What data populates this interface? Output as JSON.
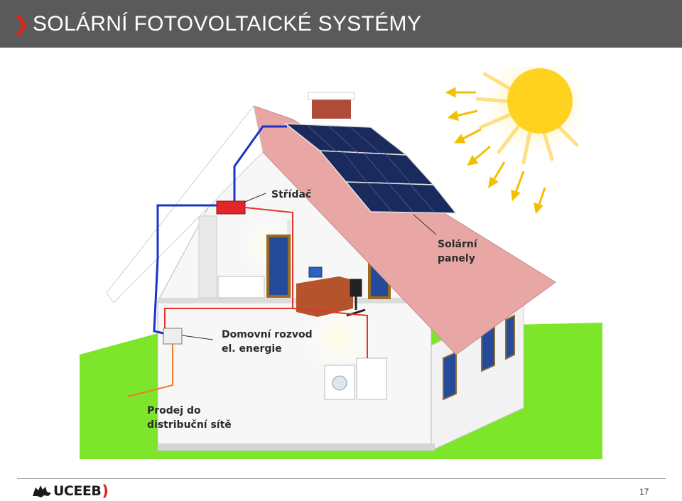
{
  "header": {
    "title": "SOLÁRNÍ FOTOVOLTAICKÉ SYSTÉMY",
    "accent_color": "#e2231a",
    "bar_color": "#5a5a5a"
  },
  "diagram": {
    "labels": {
      "inverter": "Střídač",
      "solar_panels_line1": "Solární",
      "solar_panels_line2": "panely",
      "distribution_line1": "Domovní rozvod",
      "distribution_line2": "el. energie",
      "grid_line1": "Prodej do",
      "grid_line2": "distribuční sítě"
    },
    "colors": {
      "roof": "#e8a7a5",
      "grass": "#7ee62a",
      "sun": "#ffd21f",
      "dc_cable": "#1a33c8",
      "ac_cable": "#e3342b",
      "grid_cable": "#f07a2a",
      "inverter": "#e3262b",
      "panel": "#1b2a5c"
    }
  },
  "footer": {
    "logo_text": "UCEEB",
    "logo_accent": ")",
    "page_number": "17"
  }
}
